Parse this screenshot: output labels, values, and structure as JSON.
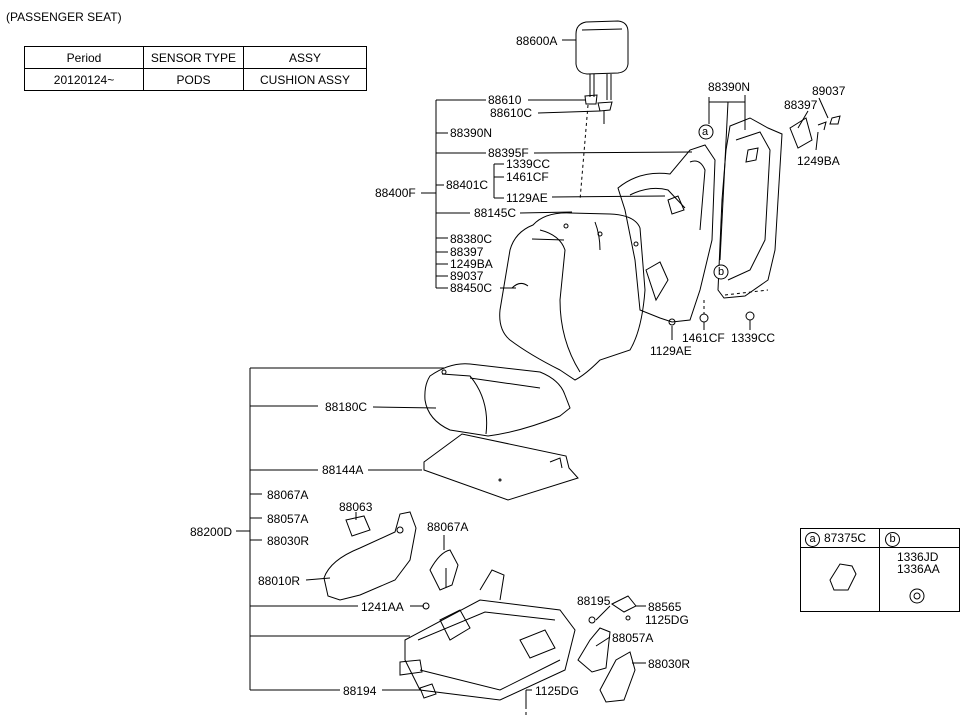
{
  "header": {
    "title": "(PASSENGER SEAT)"
  },
  "table": {
    "headers": [
      "Period",
      "SENSOR TYPE",
      "ASSY"
    ],
    "rows": [
      [
        "20120124~",
        "PODS",
        "CUSHION ASSY"
      ]
    ]
  },
  "labels": {
    "p88600A": "88600A",
    "p88610": "88610",
    "p88610C": "88610C",
    "p88390N_l": "88390N",
    "p88395F": "88395F",
    "p1339CC_a": "1339CC",
    "p1461CF_a": "1461CF",
    "p88401C": "88401C",
    "p1129AE_a": "1129AE",
    "p88400F": "88400F",
    "p88145C": "88145C",
    "p88380C": "88380C",
    "p88397_l": "88397",
    "p1249BA_l": "1249BA",
    "p89037_l": "89037",
    "p88450C": "88450C",
    "p88390N_r": "88390N",
    "p89037_r": "89037",
    "p88397_r": "88397",
    "p1249BA_r": "1249BA",
    "p1461CF_b": "1461CF",
    "p1339CC_b": "1339CC",
    "p1129AE_b": "1129AE",
    "p88180C": "88180C",
    "p88144A": "88144A",
    "p88067A_l": "88067A",
    "p88057A_l": "88057A",
    "p88063": "88063",
    "p88200D": "88200D",
    "p88030R_l": "88030R",
    "p88067A_r": "88067A",
    "p88010R": "88010R",
    "p1241AA": "1241AA",
    "p88195": "88195",
    "p88565": "88565",
    "p1125DG_a": "1125DG",
    "p88057A_r": "88057A",
    "p88030R_r": "88030R",
    "p88194": "88194",
    "p1125DG_b": "1125DG",
    "callout_a": "a",
    "callout_b": "b"
  },
  "legend": {
    "a_letter": "a",
    "a_part": "87375C",
    "b_letter": "b",
    "b_part1": "1336JD",
    "b_part2": "1336AA"
  }
}
